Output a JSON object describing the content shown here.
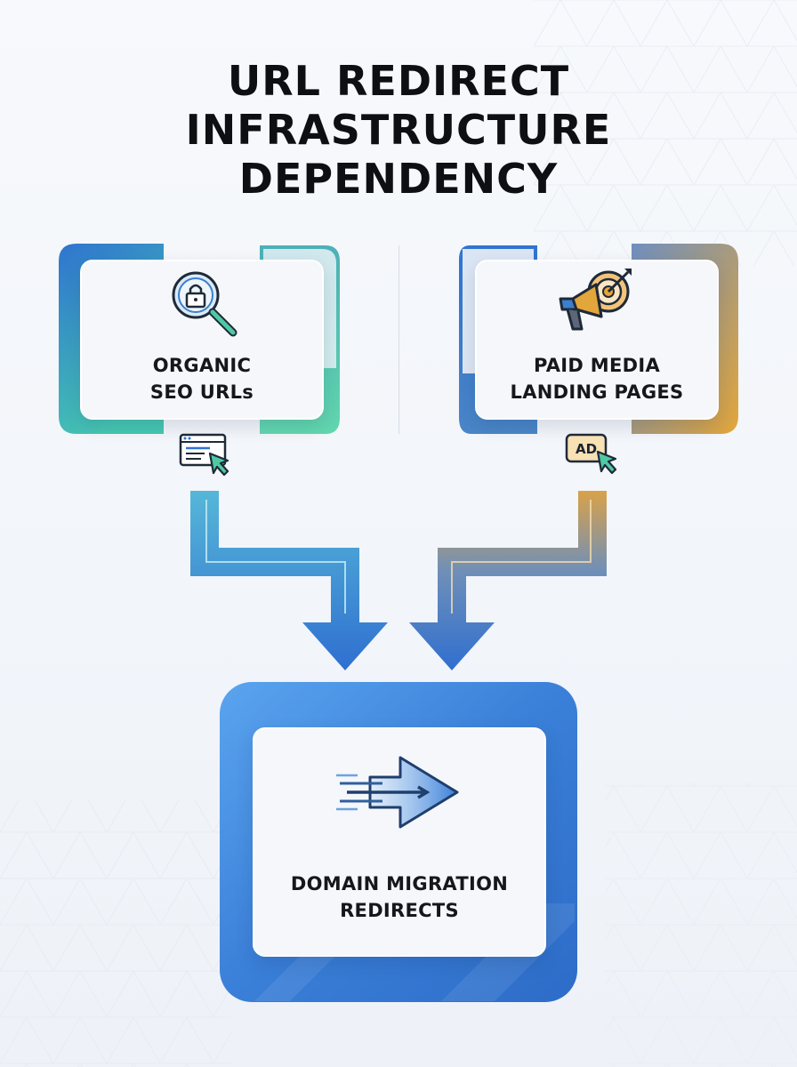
{
  "title": {
    "lines": [
      "URL REDIRECT",
      "INFRASTRUCTURE",
      "DEPENDENCY"
    ]
  },
  "nodes": {
    "organic": {
      "label_lines": [
        "ORGANIC",
        "SEO URLs"
      ],
      "icon": "lock-magnifier-icon",
      "badge_icon": "browser-cursor-icon"
    },
    "paid": {
      "label_lines": [
        "PAID MEDIA",
        "LANDING PAGES"
      ],
      "icon": "megaphone-target-icon",
      "badge_icon": "ad-cursor-icon",
      "badge_text": "AD"
    },
    "domain": {
      "label_lines": [
        "DOMAIN MIGRATION",
        "REDIRECTS"
      ],
      "icon": "speed-arrow-icon"
    }
  },
  "edges": [
    {
      "from": "organic",
      "to": "domain"
    },
    {
      "from": "paid",
      "to": "domain"
    }
  ],
  "colors": {
    "blue": "#2f74d0",
    "blue_light": "#5aa0ee",
    "teal": "#3ec9a0",
    "orange": "#e3a63a",
    "text": "#0d0f12"
  }
}
